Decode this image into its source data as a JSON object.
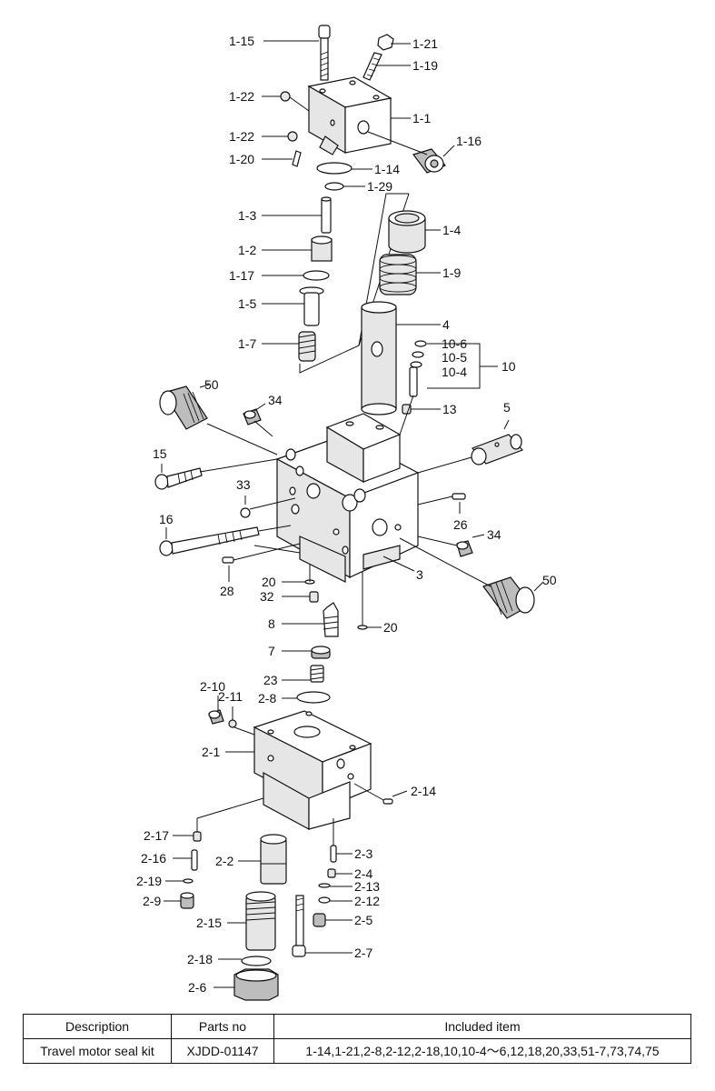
{
  "callouts": [
    "1-15",
    "1-21",
    "1-19",
    "1-22",
    "1-1",
    "1-22",
    "1-16",
    "1-20",
    "1-14",
    "1-29",
    "1-3",
    "1-4",
    "1-2",
    "1-9",
    "1-17",
    "1-5",
    "4",
    "1-7",
    "10-6",
    "10-5",
    "10",
    "10-4",
    "50",
    "34",
    "13",
    "5",
    "15",
    "33",
    "16",
    "26",
    "34",
    "3",
    "50",
    "28",
    "20",
    "32",
    "20",
    "8",
    "7",
    "23",
    "2-10",
    "2-11",
    "2-8",
    "2-1",
    "2-14",
    "2-17",
    "2-3",
    "2-16",
    "2-2",
    "2-4",
    "2-19",
    "2-13",
    "2-9",
    "2-12",
    "2-15",
    "2-5",
    "2-18",
    "2-7",
    "2-6"
  ],
  "table": {
    "headers": [
      "Description",
      "Parts no",
      "Included item"
    ],
    "row": [
      "Travel motor seal kit",
      "XJDD-01147",
      "1-14,1-21,2-8,2-12,2-18,10,10-4～6,12,18,20,33,51-7,73,74,75"
    ]
  }
}
